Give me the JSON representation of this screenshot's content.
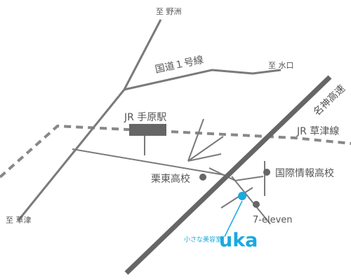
{
  "map": {
    "colors": {
      "road": "#7a7a7a",
      "expressway": "#666666",
      "railway": "#888888",
      "station": "#666666",
      "landmark": "#666666",
      "shop": "#1aa9e1",
      "text": "#555555"
    },
    "labels": {
      "to_yasu": "至 野洲",
      "route1": "国道１号線",
      "to_mizuguchi": "至 水口",
      "meishin": "名神高速",
      "station": "JR 手原駅",
      "kusatsu_line": "JR 草津線",
      "school_ritto_higashi": "栗東高校",
      "school_kokusai": "国際情報高校",
      "seven_eleven": "7-eleven",
      "to_kusatsu": "至 草津"
    },
    "shop": {
      "subtitle": "小さな美容室",
      "name": "uka"
    }
  }
}
